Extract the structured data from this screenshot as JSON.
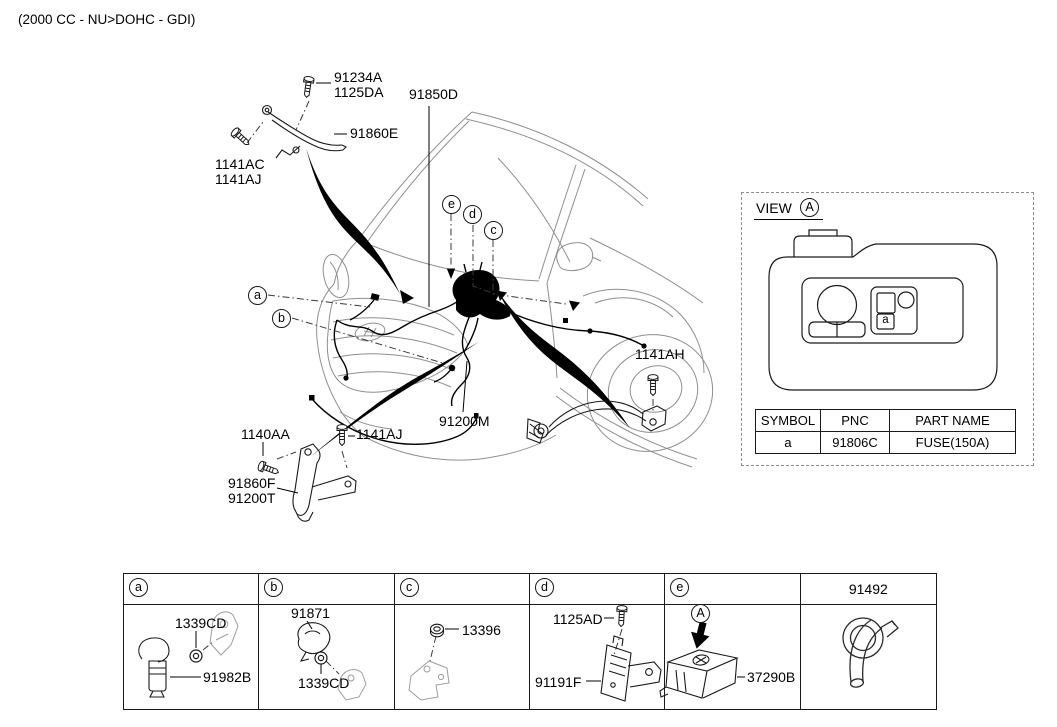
{
  "title": "(2000 CC - NU>DOHC - GDI)",
  "diagram": {
    "labels": {
      "p91234A": "91234A",
      "p1125DA": "1125DA",
      "p91850D": "91850D",
      "p91860E": "91860E",
      "p1141AC": "1141AC",
      "p1141AJ_top": "1141AJ",
      "p1141AH": "1141AH",
      "p91200M": "91200M",
      "p1140AA": "1140AA",
      "p1141AJ_bottom": "1141AJ",
      "p91860F": "91860F",
      "p91200T": "91200T"
    },
    "callouts": {
      "a": "a",
      "b": "b",
      "c": "c",
      "d": "d",
      "e": "e"
    }
  },
  "view_panel": {
    "view_label": "VIEW",
    "view_letter": "A",
    "fuse_slot_letter": "a",
    "table": {
      "headers": [
        "SYMBOL",
        "PNC",
        "PART NAME"
      ],
      "rows": [
        [
          "a",
          "91806C",
          "FUSE(150A)"
        ]
      ]
    }
  },
  "bottom_table": {
    "cells": [
      {
        "letter": "a",
        "part1": "1339CD",
        "part2": "91982B"
      },
      {
        "letter": "b",
        "part1": "91871",
        "part2": "1339CD"
      },
      {
        "letter": "c",
        "part1": "13396"
      },
      {
        "letter": "d",
        "part1": "1125AD",
        "part2": "91191F"
      },
      {
        "letter": "e",
        "arrow_letter": "A",
        "part1": "37290B"
      },
      {
        "header": "91492"
      }
    ]
  }
}
